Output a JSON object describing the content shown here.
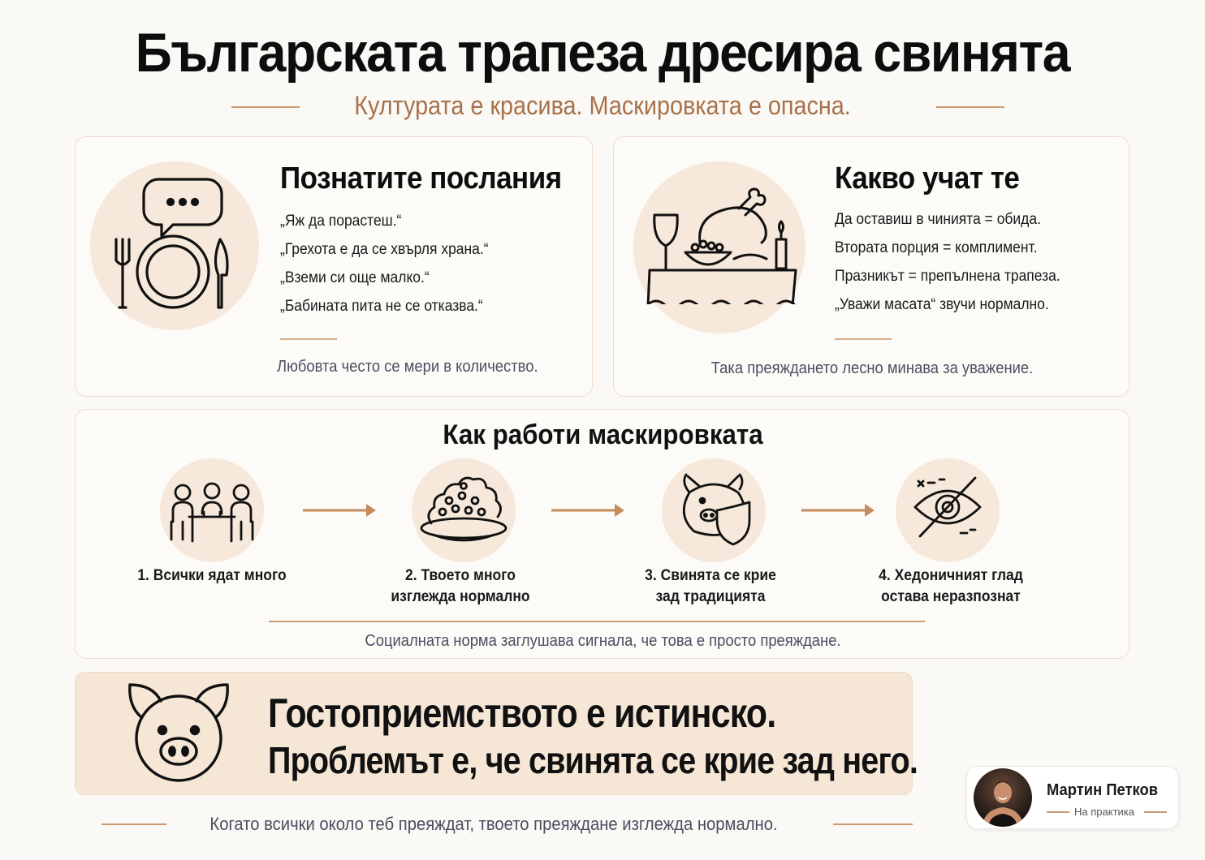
{
  "header": {
    "title": "Българската трапеза дресира свинята",
    "subtitle": "Културата е красива. Маскировката е опасна."
  },
  "card_left": {
    "title": "Познатите послания",
    "lines": [
      "„Яж да порастеш.“",
      "„Грехота е да се хвърля храна.“",
      "„Вземи си още малко.“",
      "„Бабината пита не се отказва.“"
    ],
    "caption": "Любовта често се мери в количество."
  },
  "card_right": {
    "title": "Какво учат те",
    "lines": [
      "Да оставиш в чинията = обида.",
      "Втората порция = комплимент.",
      "Празникът = препълнена трапеза.",
      "„Уважи масата“ звучи нормално."
    ],
    "caption": "Така преяждането лесно минава за уважение."
  },
  "process": {
    "title": "Как работи маскировката",
    "steps": [
      {
        "label_1": "1. Всички ядат много",
        "label_2": "",
        "icon": "people-at-table-icon"
      },
      {
        "label_1": "2. Твоето много",
        "label_2": "изглежда нормално",
        "icon": "heaped-plate-icon"
      },
      {
        "label_1": "3. Свинята се крие",
        "label_2": "зад традицията",
        "icon": "pig-shield-icon"
      },
      {
        "label_1": "4. Хедоничният глад",
        "label_2": "остава неразпознат",
        "icon": "crossed-eye-icon"
      }
    ],
    "caption": "Социалната норма заглушава сигнала, че това е просто преяждане."
  },
  "banner": {
    "line1": "Гостоприемството е истинско.",
    "line2": "Проблемът е, че свинята се крие зад него."
  },
  "footer": {
    "text": "Когато всички около теб преяждат, твоето преяждане изглежда нормално."
  },
  "author": {
    "name": "Мартин Петков",
    "role": "На практика"
  },
  "colors": {
    "accent": "#a8714a",
    "rule": "#c99a72",
    "circle": "#f6e8da",
    "banner": "#f6e6d6",
    "caption": "#4a4e60"
  }
}
